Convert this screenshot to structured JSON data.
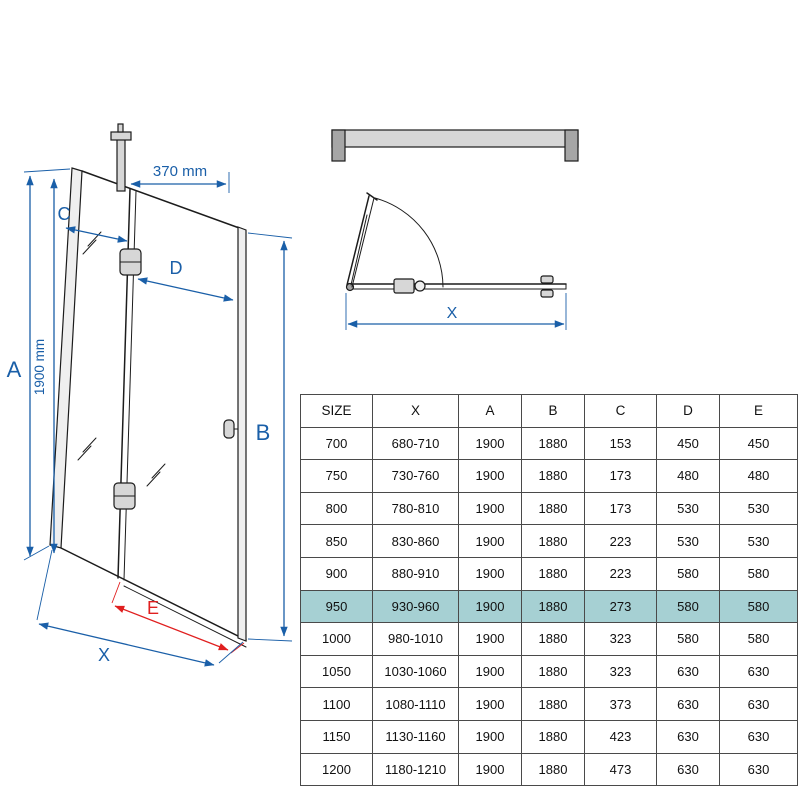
{
  "colors": {
    "dimension_blue": "#1a5fa8",
    "dimension_red": "#e01f1f",
    "row_highlight": "#a6d0d3",
    "drawing_black": "#1c1c1c"
  },
  "front_view": {
    "labels": {
      "top_width": "370 mm",
      "height": "1900 mm",
      "a": "A",
      "b": "B",
      "c": "C",
      "d": "D",
      "e": "E",
      "x": "X"
    }
  },
  "top_view": {
    "labels": {
      "x": "X"
    }
  },
  "size_table": {
    "headers": [
      "SIZE",
      "X",
      "A",
      "B",
      "C",
      "D",
      "E"
    ],
    "highlighted_row_index": 5,
    "rows": [
      [
        "700",
        "680-710",
        "1900",
        "1880",
        "153",
        "450",
        "450"
      ],
      [
        "750",
        "730-760",
        "1900",
        "1880",
        "173",
        "480",
        "480"
      ],
      [
        "800",
        "780-810",
        "1900",
        "1880",
        "173",
        "530",
        "530"
      ],
      [
        "850",
        "830-860",
        "1900",
        "1880",
        "223",
        "530",
        "530"
      ],
      [
        "900",
        "880-910",
        "1900",
        "1880",
        "223",
        "580",
        "580"
      ],
      [
        "950",
        "930-960",
        "1900",
        "1880",
        "273",
        "580",
        "580"
      ],
      [
        "1000",
        "980-1010",
        "1900",
        "1880",
        "323",
        "580",
        "580"
      ],
      [
        "1050",
        "1030-1060",
        "1900",
        "1880",
        "323",
        "630",
        "630"
      ],
      [
        "1100",
        "1080-1110",
        "1900",
        "1880",
        "373",
        "630",
        "630"
      ],
      [
        "1150",
        "1130-1160",
        "1900",
        "1880",
        "423",
        "630",
        "630"
      ],
      [
        "1200",
        "1180-1210",
        "1900",
        "1880",
        "473",
        "630",
        "630"
      ]
    ]
  }
}
